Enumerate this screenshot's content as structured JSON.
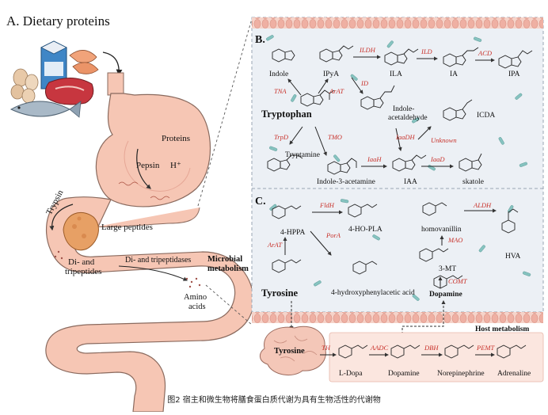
{
  "panelA": {
    "title": "A.  Dietary proteins",
    "labels": {
      "proteins": "Proteins",
      "pepsin": "Pepsin",
      "hplus": "H⁺",
      "trypsin": "Trypsin",
      "large_peptides": "Large peptides",
      "di_tri_1": "Di- and",
      "di_tri_2": "tripeptides",
      "di_tri_peptidases": "Di- and tripeptidases",
      "amino_1": "Amino",
      "amino_2": "acids"
    }
  },
  "microbial": {
    "line1": "Microbial",
    "line2": "metabolism"
  },
  "panelB": {
    "label": "B.",
    "center": "Tryptophan",
    "compounds": {
      "indole": "Indole",
      "ipya": "IPyA",
      "ila": "ILA",
      "ia": "IA",
      "ipa": "IPA",
      "ind_ald_1": "Indole-",
      "ind_ald_2": "acetaldehyde",
      "icda": "ICDA",
      "tryptamine": "Tryptamine",
      "i3a": "Indole-3-acetamine",
      "iaa": "IAA",
      "skatole": "skatole"
    },
    "enzymes": {
      "tna": "TNA",
      "arat": "ArAT",
      "ildh": "ILDH",
      "ild": "ILD",
      "acd": "ACD",
      "id": "ID",
      "iaadh": "IaaDH",
      "unknown": "Unknown",
      "trpd": "TrpD",
      "tmo": "TMO",
      "iaah": "IaaH",
      "iaad": "IaaD"
    }
  },
  "panelC": {
    "label": "C.",
    "center": "Tyrosine",
    "compounds": {
      "hppa": "4-HPPA",
      "hopla": "4-HO-PLA",
      "homovanillin": "homovanillin",
      "hva": "HVA",
      "hpaa": "4-hydroxyphenylacetic acid",
      "mt": "3-MT",
      "dopamine": "Dopamine"
    },
    "enzymes": {
      "arat": "ArAT",
      "fldh": "FldH",
      "pora": "PorA",
      "mao": "MAO",
      "aldh": "ALDH",
      "comt": "COMT"
    }
  },
  "host": {
    "title": "Host metabolism",
    "brain_label": "Tyrosine",
    "compounds": {
      "ldopa": "L-Dopa",
      "dopamine": "Dopamine",
      "norepinephrine": "Norepinephrine",
      "adrenaline": "Adrenaline"
    },
    "enzymes": {
      "th": "TH",
      "aadc": "AADC",
      "dbh": "DBH",
      "pemt": "PEMT"
    }
  },
  "caption": "图2  宿主和微生物将膳食蛋白质代谢为具有生物活性的代谢物",
  "colors": {
    "enzyme": "#c8312a",
    "stomach": "#f6c6b4",
    "stomach_edge": "#8a6a5e",
    "panel_bg": "#e9eef4",
    "villi": "#f1b9ad",
    "brain": "#f4c7b8",
    "bacteria": "#86c3c0"
  }
}
